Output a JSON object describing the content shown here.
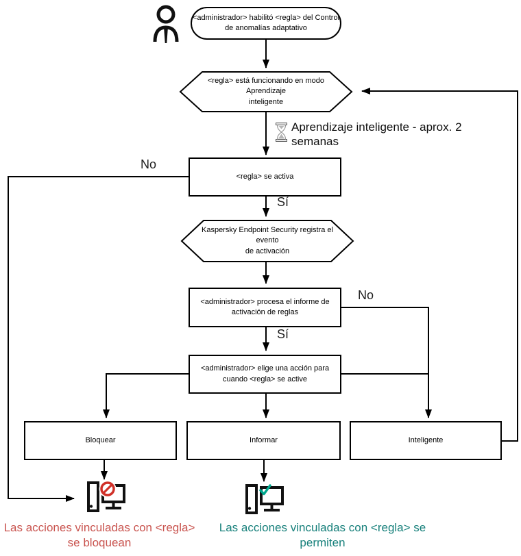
{
  "flowchart": {
    "nodes": {
      "start": "<administrador> habilitó <regla> del Control\nde anomalías adaptativo",
      "learning_mode": "<regla> está funcionando en modo Aprendizaje\ninteligente",
      "rule_activates": "<regla> se activa",
      "event_logged": "Kaspersky Endpoint Security registra el evento\nde activación",
      "report_processed": "<administrador> procesa el informe de\nactivación de reglas",
      "action_chosen": "<administrador> elige una acción para\ncuando <regla> se active",
      "action_block": "Bloquear",
      "action_inform": "Informar",
      "action_smart": "Inteligente"
    },
    "annotations": {
      "learning_duration": "Aprendizaje inteligente - aprox. 2\nsemanas"
    },
    "edge_labels": {
      "rule_no": "No",
      "rule_yes": "Sí",
      "report_no": "No",
      "report_yes": "Sí"
    },
    "outcomes": {
      "blocked": "Las acciones vinculadas con <regla>\nse bloquean",
      "allowed": "Las acciones vinculadas con <regla> se\npermiten"
    },
    "icons": {
      "person": "person-icon",
      "hourglass": "hourglass-icon",
      "blocked_computer": "blocked-computer-icon",
      "allowed_computer": "allowed-computer-icon"
    },
    "colors": {
      "line": "#000000",
      "blocked_text": "#c9544f",
      "allowed_text": "#17807b",
      "prohibition_sign": "#d03028",
      "check_mark": "#00a88e"
    }
  }
}
